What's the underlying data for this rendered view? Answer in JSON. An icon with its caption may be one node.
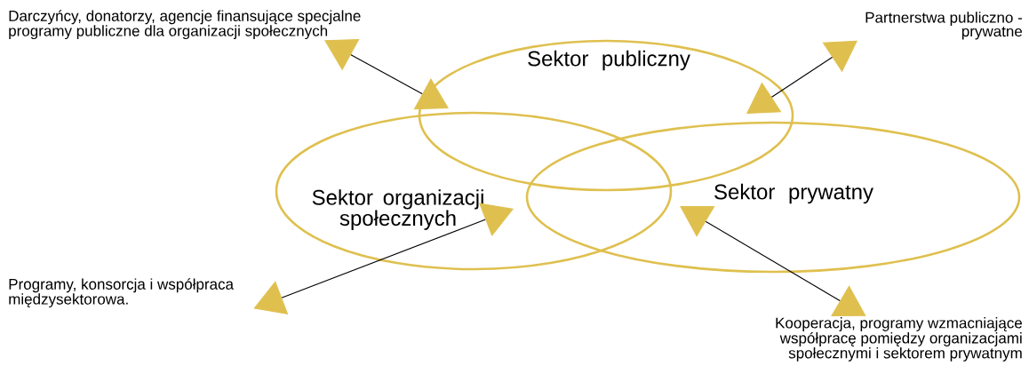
{
  "diagram": {
    "nodes": [
      {
        "text": [
          "Darczyńcy, donatorzy, agencje finansujące specjalne programy publiczne dla organizacji społecznych"
        ]
      },
      {
        "text": [
          "Partnerstwa publiczno - prywatne"
        ]
      },
      {
        "text": [
          "Sektor publiczny"
        ]
      },
      {
        "text": [
          "Sektor organizacji społecznych"
        ]
      },
      {
        "text": [
          "Sektor prywatny"
        ]
      },
      {
        "text": [
          "Programy, konsorcja i współpraca międzysektorowa."
        ]
      },
      {
        "text": [
          "Kooperacja, programy wzmacniające współpracę pomiędzy organizacjami społecznymi i sektorem prywatnym"
        ]
      }
    ],
    "edges": [
      {
        "from": 0,
        "to": 2,
        "arrow": "both"
      },
      {
        "from": 1,
        "to": 2,
        "arrow": "both"
      },
      {
        "from": 5,
        "to": 3,
        "arrow": "both"
      },
      {
        "from": 6,
        "to": 4,
        "arrow": "both"
      }
    ]
  }
}
